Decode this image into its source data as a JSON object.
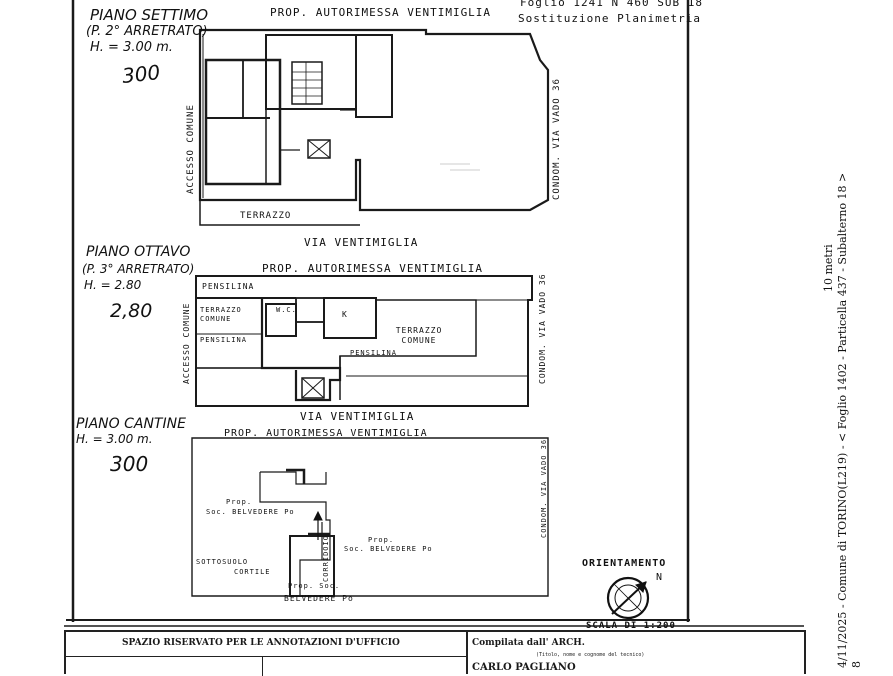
{
  "header": {
    "foglio": "Foglio 1241 N 460 SUB 18",
    "sostituzione": "Sostituzione Planimetria"
  },
  "floors": [
    {
      "title": "PIANO SETTIMO",
      "subtitle": "(P. 2° ARRETRATO)",
      "height": "H. = 3.00 m.",
      "height_hand": "300",
      "top_label": "PROP. AUTORIMESSA VENTIMIGLIA",
      "left_label": "ACCESSO COMUNE",
      "right_label": "CONDOM. VIA VADO 36",
      "terrace": "TERRAZZO",
      "street": "VIA VENTIMIGLIA"
    },
    {
      "title": "PIANO OTTAVO",
      "subtitle": "(P. 3° ARRETRATO)",
      "height": "H. = 2.80",
      "height_hand": "2,80",
      "top_label": "PROP. AUTORIMESSA VENTIMIGLIA",
      "left_label": "ACCESSO COMUNE",
      "right_label": "CONDOM. VIA VADO 36",
      "pensilina_top": "PENSILINA",
      "terrazzo_comune_left": "TERRAZZO COMUNE",
      "pensilina_left": "PENSILINA",
      "wc": "W.C.",
      "k": "K",
      "terrazzo_comune_right": "TERRAZZO COMUNE",
      "pensilina_bottom": "PENSILINA",
      "street": "VIA VENTIMIGLIA"
    },
    {
      "title": "PIANO CANTINE",
      "height": "H. = 3.00 m.",
      "height_hand": "300",
      "top_label": "PROP. AUTORIMESSA VENTIMIGLIA",
      "right_label": "CONDOM. VIA VADO 36",
      "prop_left_1": "Prop.",
      "prop_left_2": "Soc. BELVEDERE Po",
      "prop_right_1": "Prop.",
      "prop_right_2": "Soc. BELVEDERE Po",
      "sottosuolo_1": "SOTTOSUOLO",
      "sottosuolo_2": "CORTILE",
      "corridoio": "CORRIDOIO",
      "prop_bottom_1": "Prop. Soc.",
      "prop_bottom_2": "BELVEDERE Po"
    }
  ],
  "orientation": {
    "title": "ORIENTAMENTO",
    "north": "N",
    "scale": "SCALA DI 1:200"
  },
  "footer": {
    "office_label": "SPAZIO RISERVATO PER LE ANNOTAZIONI D'UFFICIO",
    "compilata": "Compilata dall' ARCH.",
    "compilata_note": "(Titolo, nome e cognome del tecnico)",
    "name": "CARLO PAGLIANO"
  },
  "side_note": "4/11/2025 - Comune di TORINO(L219) - < Foglio 1402 - Particella 437 - Subalterno 18 >",
  "side_note_2": "10 metri",
  "side_note_3": "8"
}
